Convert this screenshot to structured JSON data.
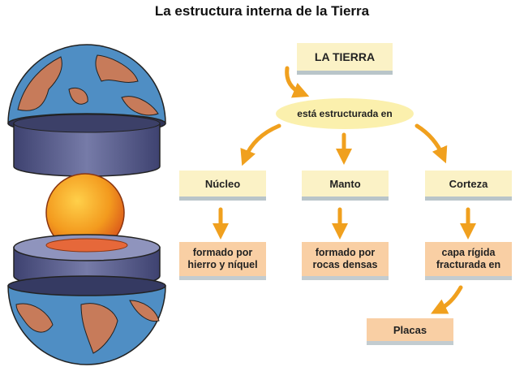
{
  "title": "La estructura interna de la Tierra",
  "concept_map": {
    "root": "LA TIERRA",
    "link": "está estructurada en",
    "layers": [
      {
        "name": "Núcleo",
        "desc_line1": "formado por",
        "desc_line2": "hierro y níquel"
      },
      {
        "name": "Manto",
        "desc_line1": "formado por",
        "desc_line2": "rocas densas"
      },
      {
        "name": "Corteza",
        "desc_line1": "capa rígida",
        "desc_line2": "fracturada en"
      }
    ],
    "result": "Placas"
  },
  "colors": {
    "arrow": "#f0a01e",
    "box_cream": "#fbf2c6",
    "box_salmon": "#f9cfa4",
    "ellipse": "#fbf0ad",
    "ocean": "#4f8ec4",
    "land": "#c77b5a",
    "mantle": "#5d6290",
    "core": "#f08a1c"
  }
}
